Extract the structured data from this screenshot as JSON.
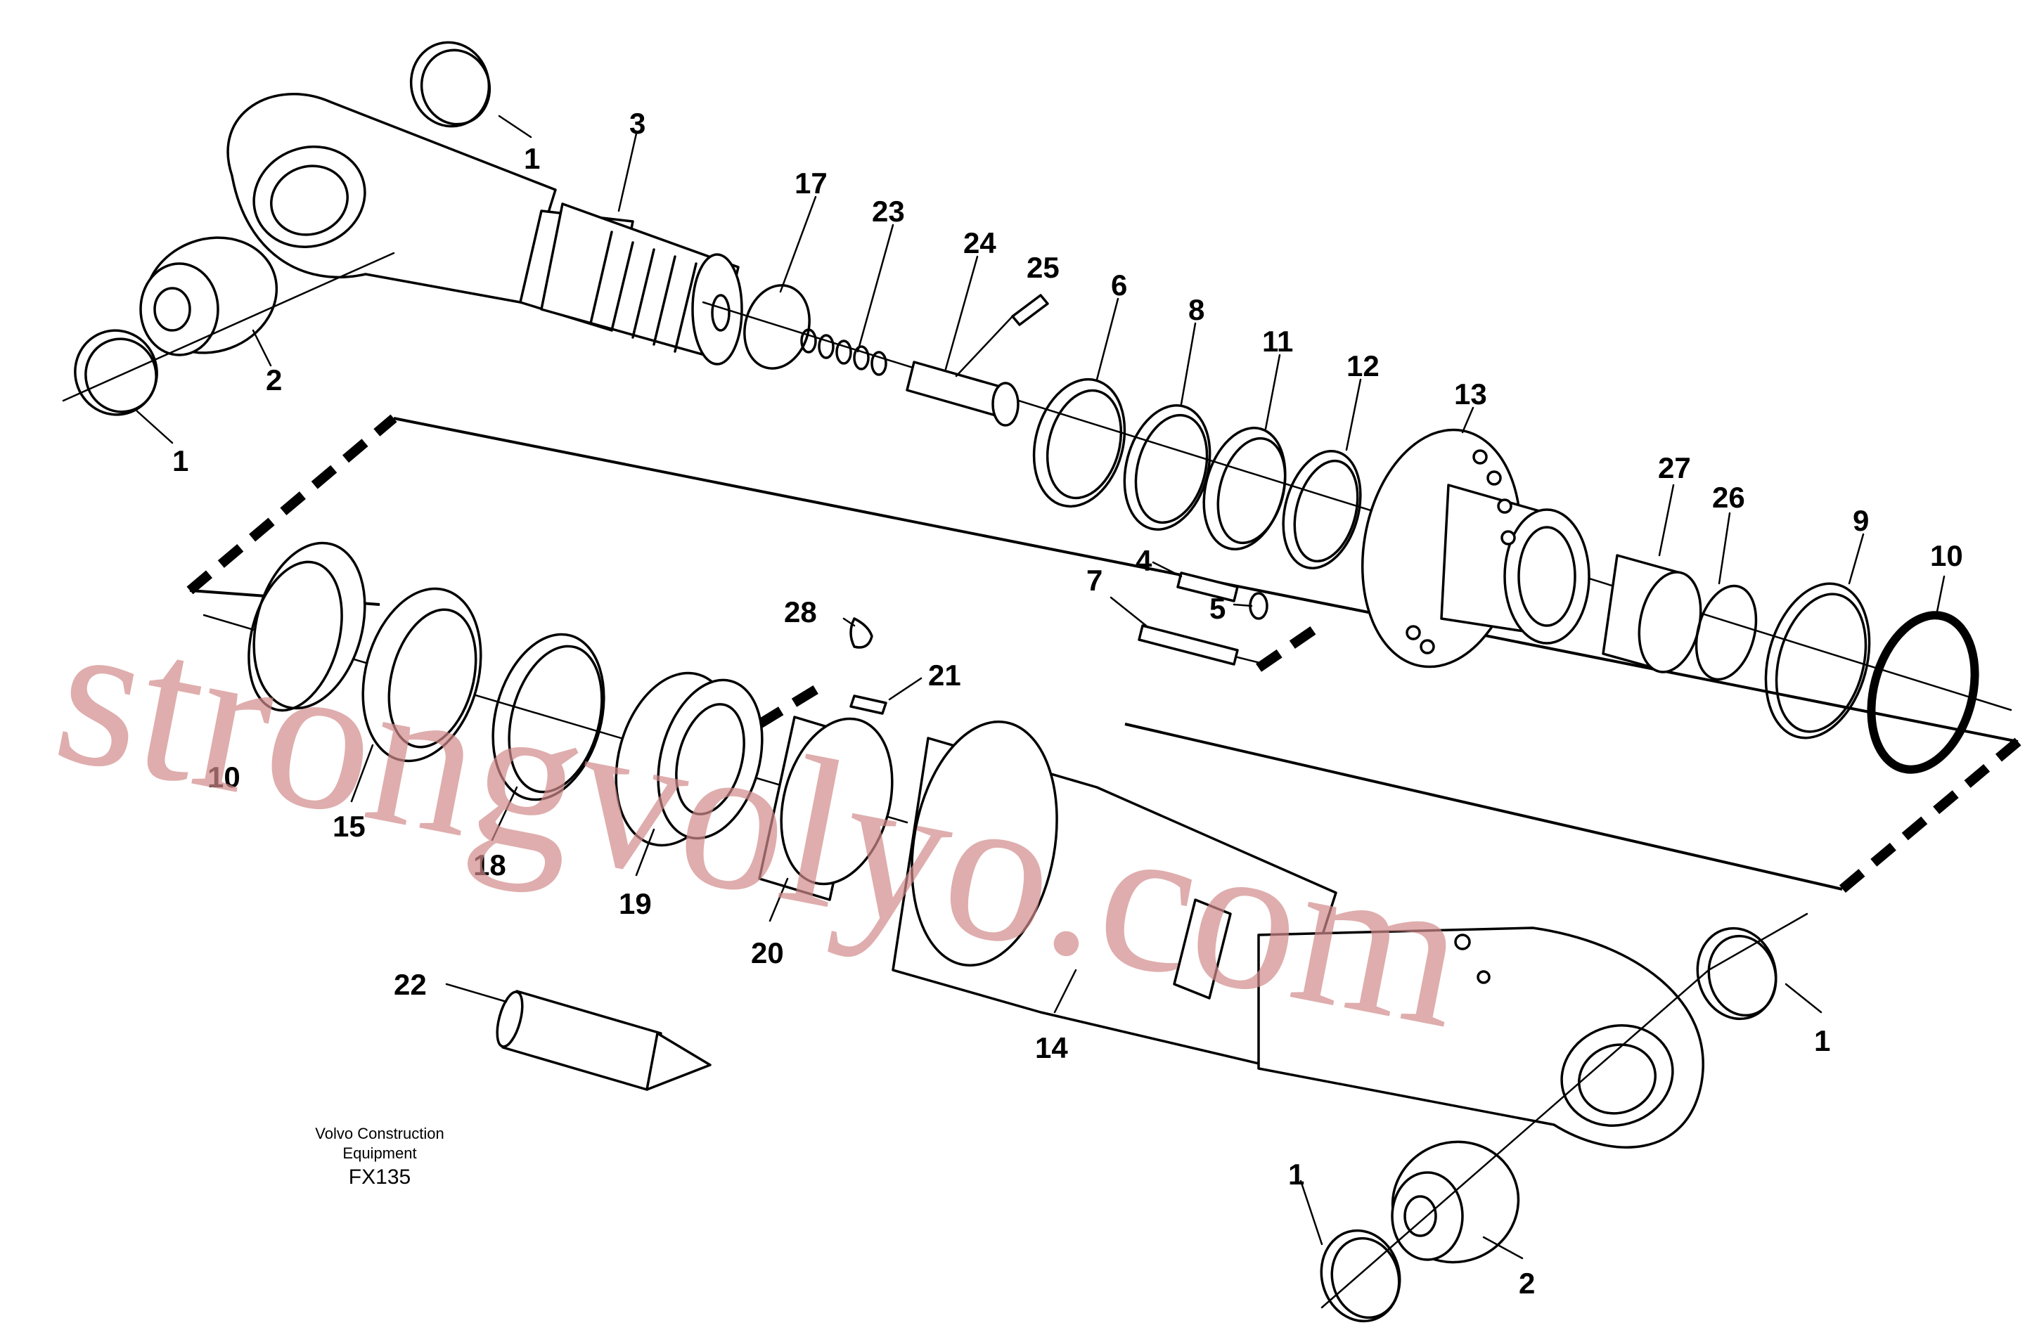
{
  "watermark": "strongvolyo.com",
  "footer": {
    "line1": "Volvo Construction",
    "line2": "Equipment",
    "code": "FX135"
  },
  "callouts": {
    "c1a": "1",
    "c1b": "1",
    "c1c": "1",
    "c1d": "1",
    "c2a": "2",
    "c2b": "2",
    "c3": "3",
    "c4": "4",
    "c5": "5",
    "c6": "6",
    "c7": "7",
    "c8": "8",
    "c9": "9",
    "c10a": "10",
    "c10b": "10",
    "c11": "11",
    "c12": "12",
    "c13": "13",
    "c14": "14",
    "c15": "15",
    "c17": "17",
    "c18": "18",
    "c19": "19",
    "c20": "20",
    "c21": "21",
    "c22": "22",
    "c23": "23",
    "c24": "24",
    "c25": "25",
    "c26": "26",
    "c27": "27",
    "c28": "28"
  }
}
